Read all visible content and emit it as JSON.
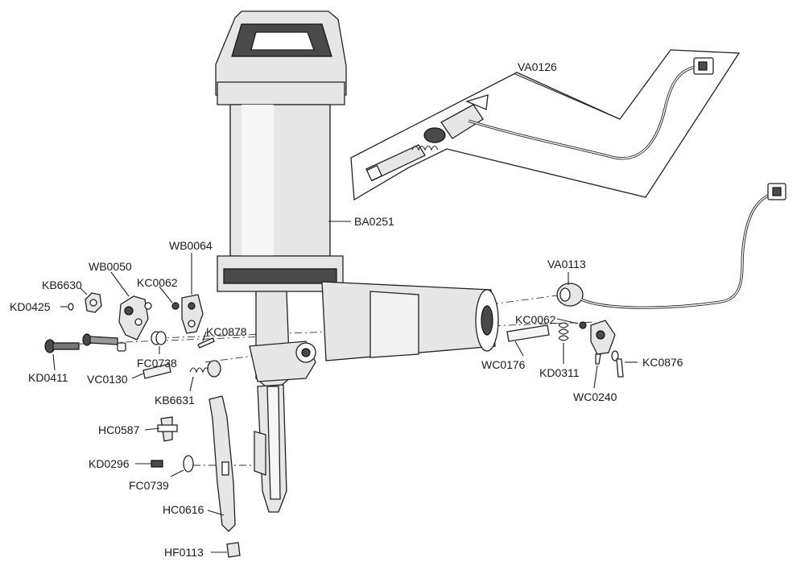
{
  "diagram": {
    "parts": [
      {
        "id": "va0126",
        "code": "VA0126"
      },
      {
        "id": "ba0251",
        "code": "BA0251"
      },
      {
        "id": "wb0064",
        "code": "WB0064"
      },
      {
        "id": "wb0050",
        "code": "WB0050"
      },
      {
        "id": "kb6630",
        "code": "KB6630"
      },
      {
        "id": "kc0062a",
        "code": "KC0062"
      },
      {
        "id": "kd0425",
        "code": "KD0425"
      },
      {
        "id": "kc0878",
        "code": "KC0878"
      },
      {
        "id": "va0113",
        "code": "VA0113"
      },
      {
        "id": "kc0062b",
        "code": "KC0062"
      },
      {
        "id": "kc0876",
        "code": "KC0876"
      },
      {
        "id": "wc0176",
        "code": "WC0176"
      },
      {
        "id": "kd0311",
        "code": "KD0311"
      },
      {
        "id": "wc0240",
        "code": "WC0240"
      },
      {
        "id": "kd0411",
        "code": "KD0411"
      },
      {
        "id": "fc0738",
        "code": "FC0738"
      },
      {
        "id": "vc0130",
        "code": "VC0130"
      },
      {
        "id": "kb6631",
        "code": "KB6631"
      },
      {
        "id": "hc0587",
        "code": "HC0587"
      },
      {
        "id": "kd0296",
        "code": "KD0296"
      },
      {
        "id": "fc0739",
        "code": "FC0739"
      },
      {
        "id": "hc0616",
        "code": "HC0616"
      },
      {
        "id": "hf0113",
        "code": "HF0113"
      }
    ]
  }
}
